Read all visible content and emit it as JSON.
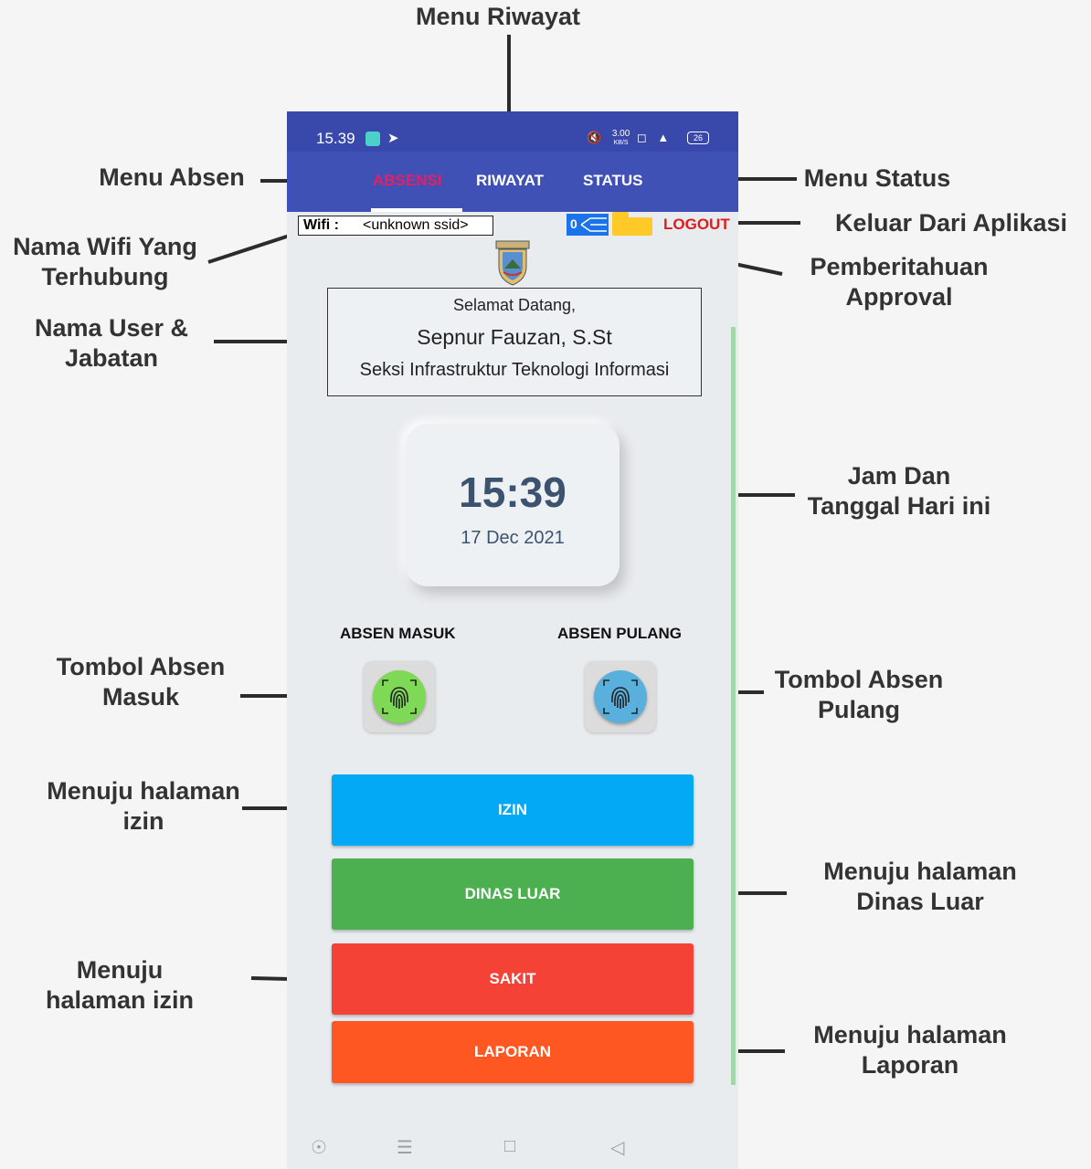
{
  "annotations": {
    "menu_riwayat": "Menu Riwayat",
    "menu_absen": "Menu Absen",
    "menu_status": "Menu Status",
    "wifi_l1": "Nama Wifi Yang",
    "wifi_l2": "Terhubung",
    "keluar": "Keluar Dari Aplikasi",
    "approval_l1": "Pemberitahuan",
    "approval_l2": "Approval",
    "user_l1": "Nama User &",
    "user_l2": "Jabatan",
    "jam_l1": "Jam Dan",
    "jam_l2": "Tanggal Hari ini",
    "masuk_l1": "Tombol Absen",
    "masuk_l2": "Masuk",
    "pulang_l1": "Tombol Absen",
    "pulang_l2": "Pulang",
    "izin_l1": "Menuju halaman",
    "izin_l2": "izin",
    "dinas_l1": "Menuju halaman",
    "dinas_l2": "Dinas Luar",
    "sakit_l1": "Menuju",
    "sakit_l2": "halaman izin",
    "laporan_l1": "Menuju halaman",
    "laporan_l2": "Laporan"
  },
  "status_bar": {
    "time": "15.39",
    "speed": "3.00",
    "speed_unit": "KB/S",
    "battery": "26"
  },
  "tabs": [
    {
      "label": "ABSENSI",
      "active": true
    },
    {
      "label": "RIWAYAT",
      "active": false
    },
    {
      "label": "STATUS",
      "active": false
    }
  ],
  "wifi": {
    "label": "Wifi :",
    "ssid": "<unknown ssid>"
  },
  "notification": {
    "count": "0"
  },
  "logout_label": "LOGOUT",
  "welcome": {
    "greeting": "Selamat Datang,",
    "name": "Sepnur Fauzan, S.St",
    "position": "Seksi Infrastruktur Teknologi Informasi"
  },
  "clock": {
    "time": "15:39",
    "date": "17 Dec 2021"
  },
  "attendance": {
    "in_label": "ABSEN MASUK",
    "out_label": "ABSEN PULANG",
    "in_color": "#7ed957",
    "out_color": "#5ab0dc"
  },
  "menu_buttons": [
    {
      "label": "IZIN",
      "color": "#03a9f4"
    },
    {
      "label": "DINAS LUAR",
      "color": "#4caf50"
    },
    {
      "label": "SAKIT",
      "color": "#f44336"
    },
    {
      "label": "LAPORAN",
      "color": "#ff5722"
    }
  ],
  "icons": {
    "nav": [
      "circle-icon",
      "menu-icon",
      "square-icon",
      "back-icon"
    ]
  }
}
